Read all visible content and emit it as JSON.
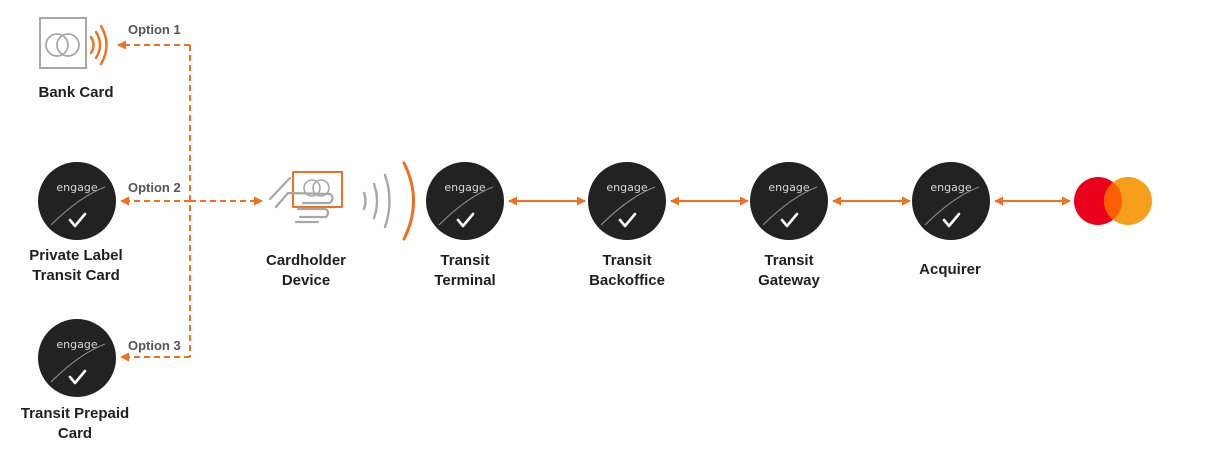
{
  "colors": {
    "accent": "#f26f21",
    "chip": "#222222",
    "icon_gray": "#a7a7a7",
    "mastercard_red": "#eb001b",
    "mastercard_orange": "#f79e1b"
  },
  "brand_text": "engage",
  "options": {
    "option1": "Option 1",
    "option2": "Option 2",
    "option3": "Option 3"
  },
  "nodes": {
    "bank_card": {
      "label_lines": [
        "Bank Card"
      ],
      "icon": "contactless-card-icon"
    },
    "private_label": {
      "label_lines": [
        "Private Label",
        "Transit Card"
      ],
      "icon": "engage-chip-icon"
    },
    "transit_prepaid": {
      "label_lines": [
        "Transit Prepaid",
        "Card"
      ],
      "icon": "engage-chip-icon"
    },
    "cardholder_device": {
      "label_lines": [
        "Cardholder",
        "Device"
      ],
      "icon": "hand-tap-card-icon"
    },
    "transit_terminal": {
      "label_lines": [
        "Transit",
        "Terminal"
      ],
      "icon": "engage-chip-icon"
    },
    "transit_backoffice": {
      "label_lines": [
        "Transit",
        "Backoffice"
      ],
      "icon": "engage-chip-icon"
    },
    "transit_gateway": {
      "label_lines": [
        "Transit",
        "Gateway"
      ],
      "icon": "engage-chip-icon"
    },
    "acquirer": {
      "label_lines": [
        "Acquirer"
      ],
      "icon": "engage-chip-icon"
    },
    "network": {
      "icon": "mastercard-logo-icon"
    }
  }
}
